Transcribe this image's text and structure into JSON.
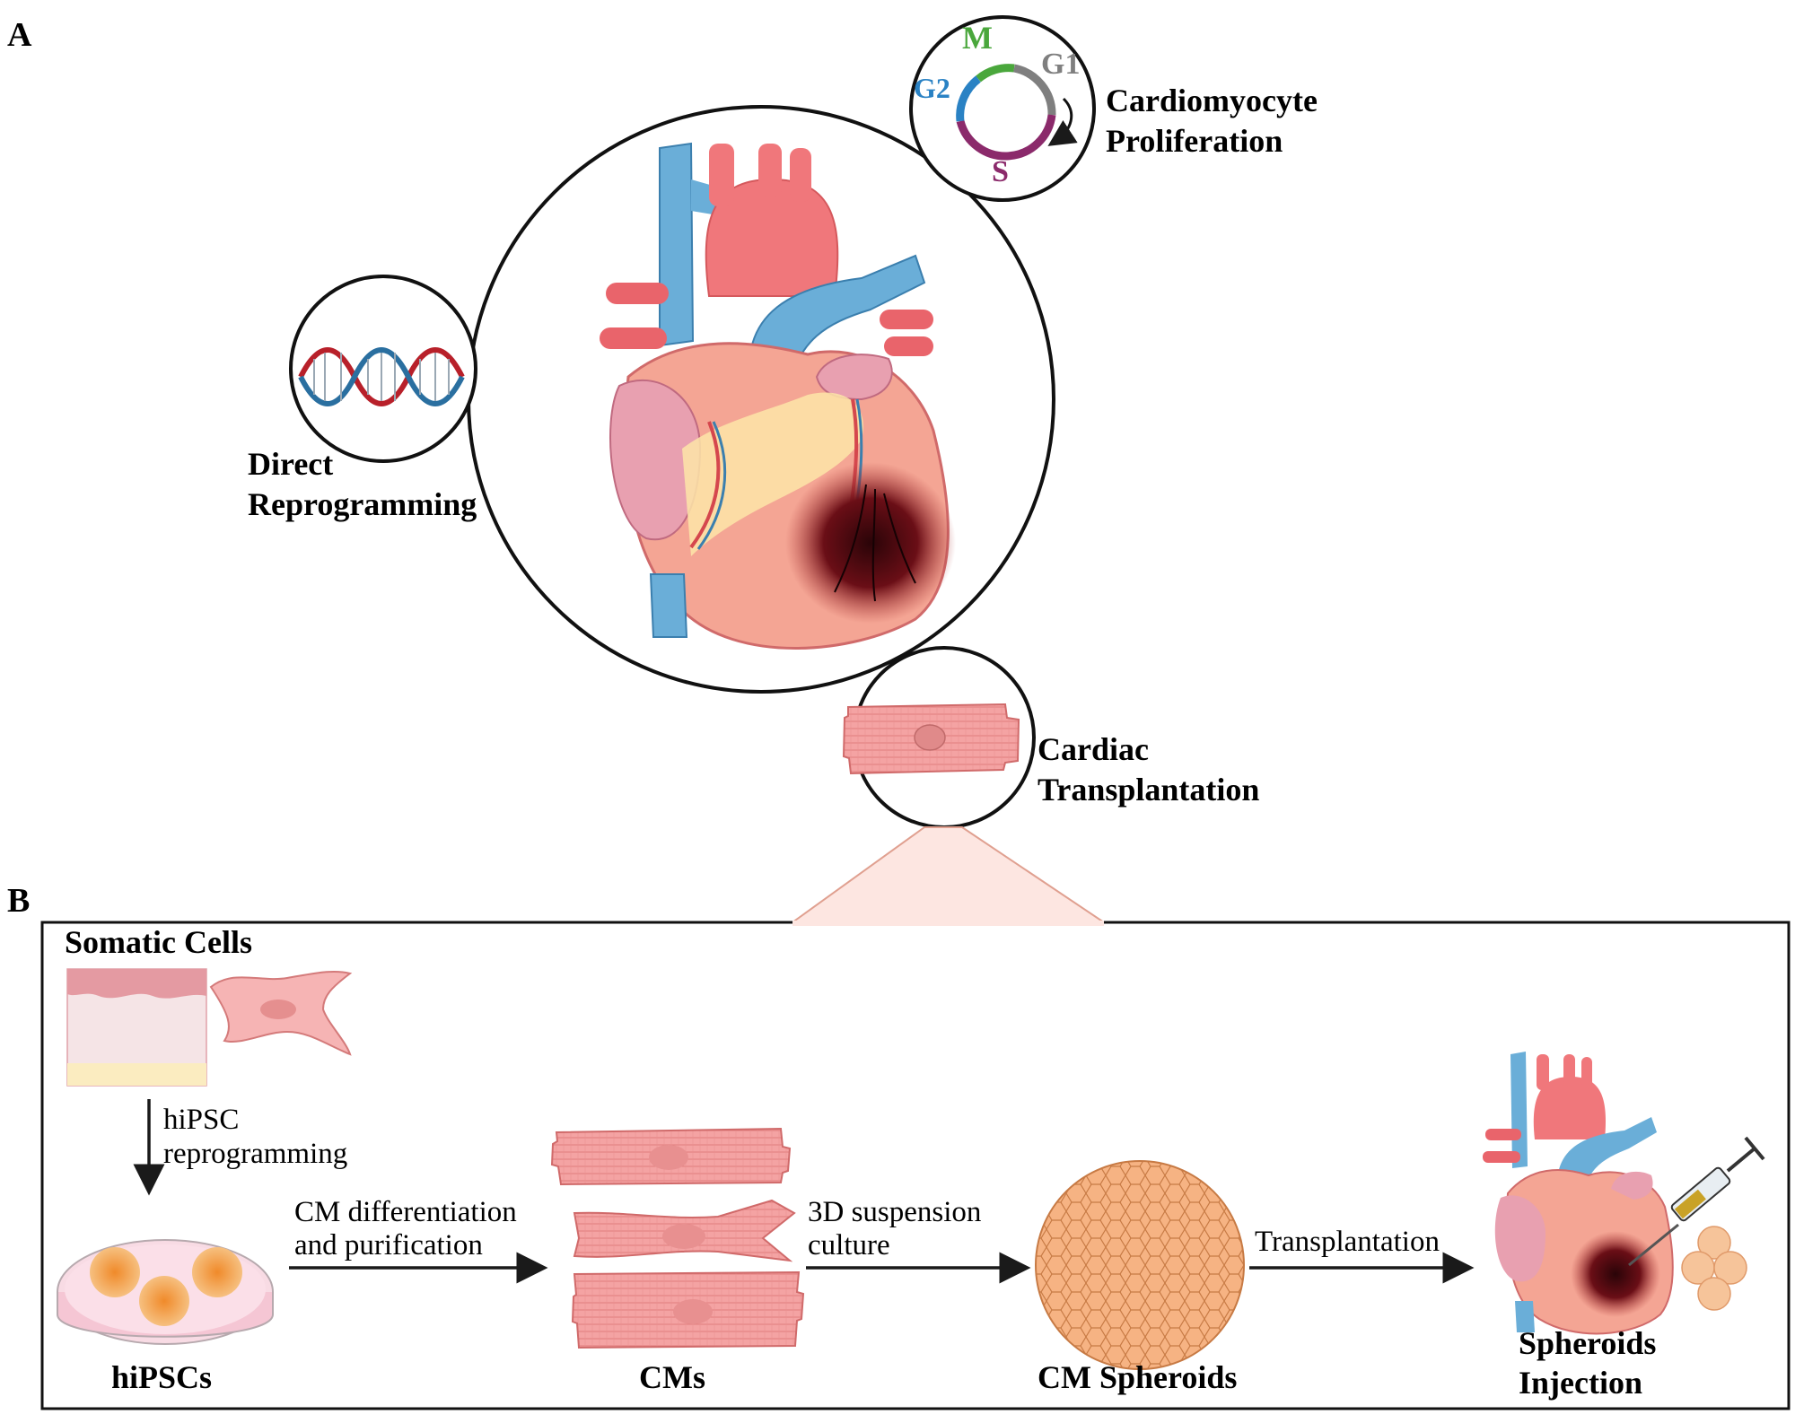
{
  "panel_a": {
    "letter": "A",
    "cell_cycle": {
      "m": "M",
      "g1": "G1",
      "g2": "G2",
      "s": "S"
    },
    "proliferation_line1": "Cardiomyocyte",
    "proliferation_line2": "Proliferation",
    "reprogramming_line1": "Direct",
    "reprogramming_line2": "Reprogramming",
    "transplant_line1": "Cardiac",
    "transplant_line2": "Transplantation"
  },
  "panel_b": {
    "letter": "B",
    "somatic_title": "Somatic Cells",
    "step1_line1": "hiPSC",
    "step1_line2": "reprogramming",
    "hipscs_label": "hiPSCs",
    "step2_line1": "CM differentiation",
    "step2_line2": "and purification",
    "cms_label": "CMs",
    "step3_line1": "3D suspension",
    "step3_line2": "culture",
    "spheroids_label": "CM Spheroids",
    "step4": "Transplantation",
    "injection_line1": "Spheroids",
    "injection_line2": "Injection"
  },
  "colors": {
    "m_phase": "#4aa73c",
    "g1_phase": "#7f7f7f",
    "g2_phase": "#2a82c4",
    "s_phase": "#8b2a6b",
    "vessel_blue": "#6aaed8",
    "heart_red": "#f0777b",
    "muscle_pink": "#f4a0a0",
    "infarct": "#4a0a10"
  }
}
